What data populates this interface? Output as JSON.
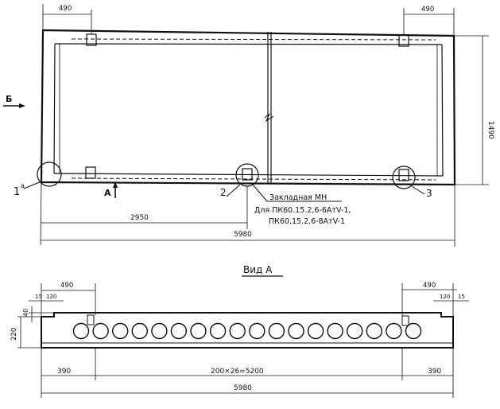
{
  "plan": {
    "dim_top_left": "490",
    "dim_top_right": "490",
    "dim_height": "1490",
    "dim_part": "2950",
    "dim_total": "5980",
    "label_b": "Б",
    "label_a_arrow": "А",
    "callout_1": "1",
    "callout_1_sup": "а",
    "callout_2": "2",
    "callout_3": "3",
    "note_title": "Закладная МН",
    "note_line1": "Для ПК60.15.2,6-6АтV-1,",
    "note_line2": "ПК60.15.2,6-8АтV-1"
  },
  "view_a": {
    "title": "Вид А",
    "dim_top_left": "490",
    "dim_top_right": "490",
    "dim_15_left": "15",
    "dim_120_left": "120",
    "dim_120_right": "120",
    "dim_15_right": "15",
    "dim_40": "40",
    "dim_220": "220",
    "dim_390_left": "390",
    "dim_middle": "200×26=5200",
    "dim_390_right": "390",
    "dim_total": "5980"
  }
}
